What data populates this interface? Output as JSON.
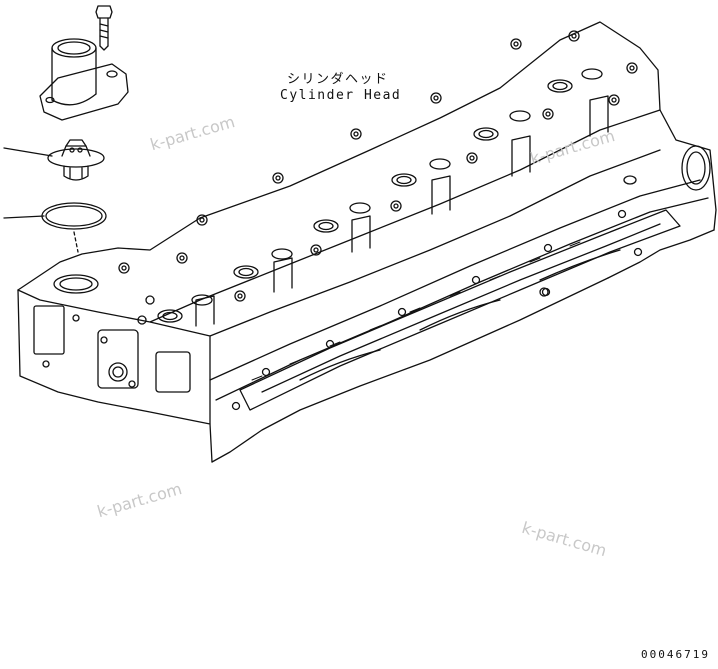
{
  "part_label": {
    "japanese": "シリンダヘッド",
    "english": "Cylinder Head"
  },
  "watermark": "k-part.com",
  "drawing_number": "00046719"
}
